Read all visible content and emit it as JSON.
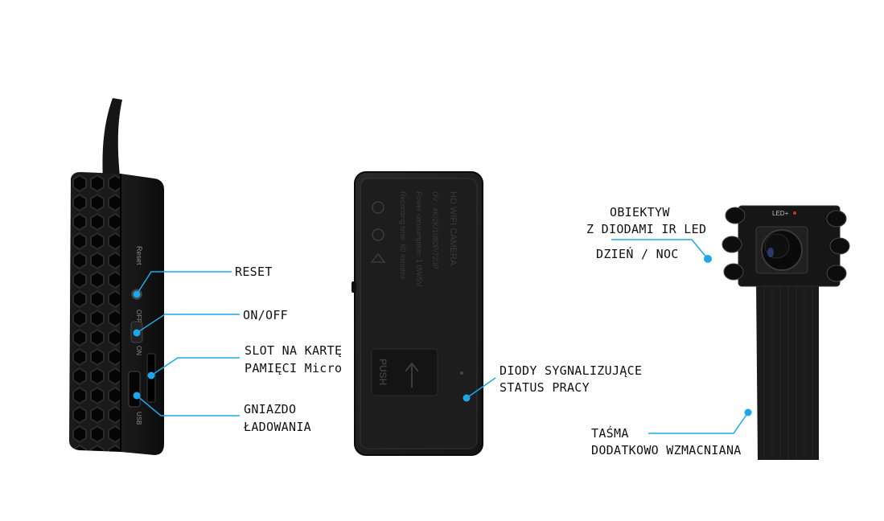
{
  "accent_color": "#1ea7e8",
  "labels": {
    "reset": "RESET",
    "onoff": "ON/OFF",
    "slot_line1": "SLOT NA KARTĘ",
    "slot_line2": "PAMIĘCI Micro",
    "gniazdo_line1": "GNIAZDO",
    "gniazdo_line2": "ŁADOWANIA",
    "diody_line1": "DIODY SYGNALIZUJĄCE",
    "diody_line2": "STATUS PRACY",
    "obiektyw_line1": "OBIEKTYW",
    "obiektyw_line2": "Z DIODAMI IR LED",
    "obiektyw_line3": "DZIEŃ / NOC",
    "tasma_line1": "TAŚMA",
    "tasma_line2": "DODATKOWO WZMACNIANA"
  },
  "device_side": {
    "reset_text": "Reset",
    "off_text": "OFF",
    "on_text": "ON",
    "usb_text": "USB"
  },
  "device_back": {
    "title": "HD WIFI CAMERA",
    "model": "DV : 4K/2K/1080P/720P",
    "power": "Power consumption: 1.0W/5V",
    "recording": "Recording time: 60 minutes",
    "push_text": "PUSH"
  },
  "camera_module": {
    "led_text": "LED+"
  }
}
